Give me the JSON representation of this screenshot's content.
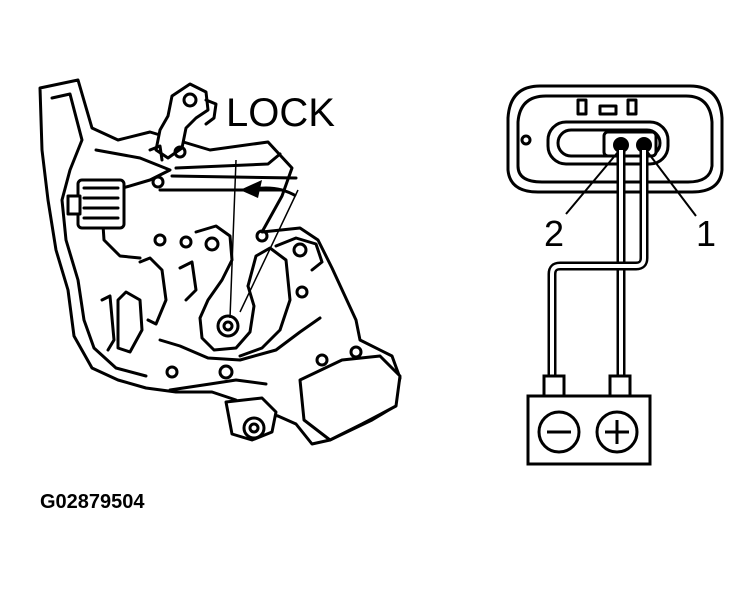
{
  "diagram": {
    "lock_label": "LOCK",
    "pin_labels": {
      "pin1": "1",
      "pin2": "2"
    },
    "battery": {
      "negative_symbol": "minus",
      "positive_symbol": "plus"
    },
    "figure_code": "G02879504"
  }
}
